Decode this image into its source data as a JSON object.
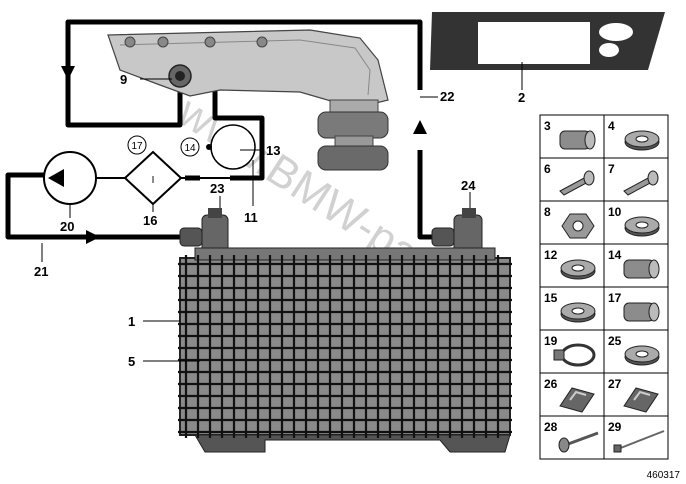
{
  "diagram": {
    "image_number": "460317",
    "watermark": "www.BMW-parts",
    "callouts": {
      "c1": "1",
      "c2": "2",
      "c5": "5",
      "c9": "9",
      "c11": "11",
      "c13": "13",
      "c16": "16",
      "c20": "20",
      "c21": "21",
      "c22": "22",
      "c23": "23",
      "c24": "24"
    },
    "circled_labels": {
      "a": "17",
      "b": "14"
    },
    "filter_symbol_text": "I",
    "parts_grid": [
      [
        "3",
        "4"
      ],
      [
        "6",
        "7"
      ],
      [
        "8",
        "10"
      ],
      [
        "12",
        "14"
      ],
      [
        "15",
        "17"
      ],
      [
        "19",
        "25"
      ],
      [
        "26",
        "27"
      ],
      [
        "28",
        "29"
      ]
    ]
  }
}
